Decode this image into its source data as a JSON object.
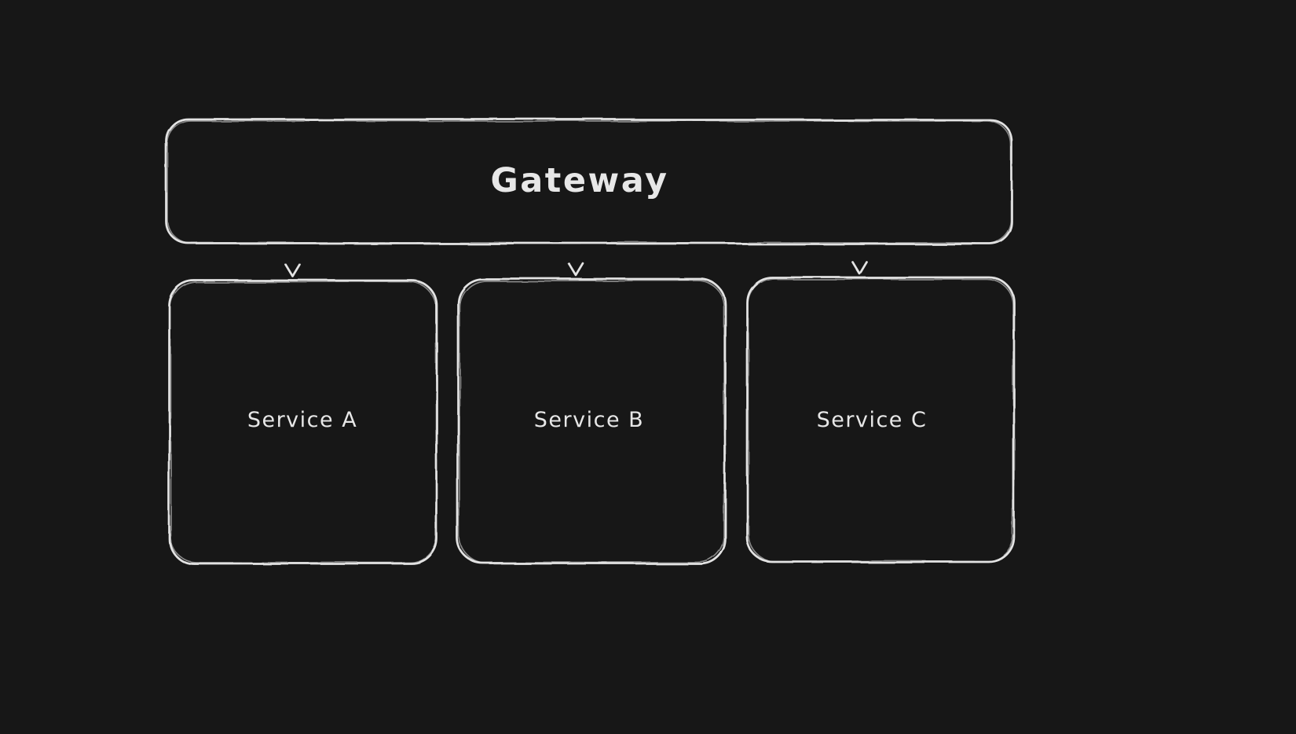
{
  "canvas": {
    "background": "#171717",
    "stroke_color": "#e3e3e3",
    "text_color": "#e7e7e7",
    "style": "hand-drawn"
  },
  "diagram": {
    "nodes": [
      {
        "id": "gateway",
        "label": "Gateway",
        "shape": "rounded-rectangle"
      },
      {
        "id": "service-a",
        "label": "Service A",
        "shape": "rounded-rectangle"
      },
      {
        "id": "service-b",
        "label": "Service B",
        "shape": "rounded-rectangle"
      },
      {
        "id": "service-c",
        "label": "Service C",
        "shape": "rounded-rectangle"
      }
    ],
    "edges": [
      {
        "from": "Gateway",
        "to": "Service A",
        "type": "arrow-down"
      },
      {
        "from": "Gateway",
        "to": "Service B",
        "type": "arrow-down"
      },
      {
        "from": "Gateway",
        "to": "Service C",
        "type": "arrow-down"
      }
    ]
  }
}
